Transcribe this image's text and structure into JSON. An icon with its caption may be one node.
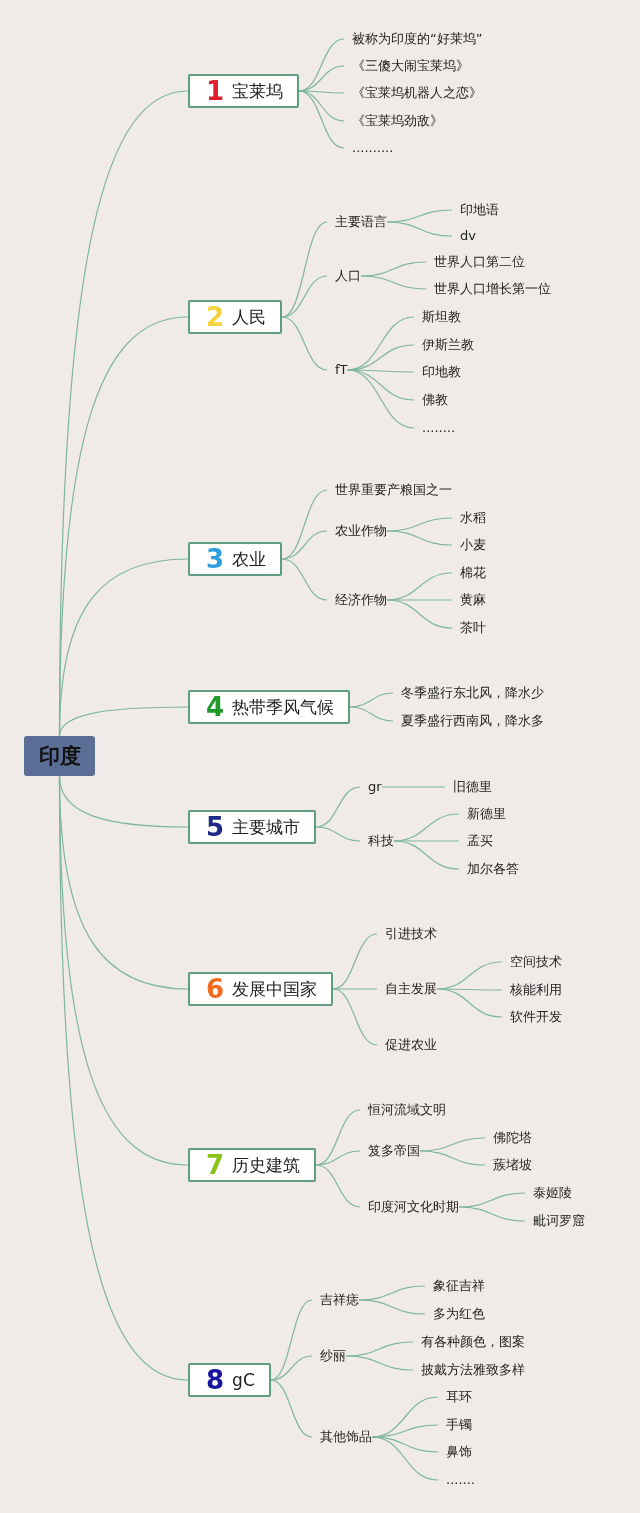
{
  "diagram": {
    "nodes": [
      {
        "text": [
          "印度"
        ]
      },
      {
        "text": [
          "1",
          "宝莱坞"
        ]
      },
      {
        "text": [
          "被称为印度的“好莱坞”"
        ]
      },
      {
        "text": [
          "《三傻大闹宝莱坞》"
        ]
      },
      {
        "text": [
          "《宝莱坞机器人之恋》"
        ]
      },
      {
        "text": [
          "《宝莱坞劲敌》"
        ]
      },
      {
        "text": [
          ".........."
        ]
      },
      {
        "text": [
          "2",
          "人民"
        ]
      },
      {
        "text": [
          "主要语言"
        ]
      },
      {
        "text": [
          "印地语"
        ]
      },
      {
        "text": [
          "dv"
        ]
      },
      {
        "text": [
          "人口"
        ]
      },
      {
        "text": [
          "世界人口第二位"
        ]
      },
      {
        "text": [
          "世界人口增长第一位"
        ]
      },
      {
        "text": [
          "fT"
        ]
      },
      {
        "text": [
          "斯坦教"
        ]
      },
      {
        "text": [
          "伊斯兰教"
        ]
      },
      {
        "text": [
          "印地教"
        ]
      },
      {
        "text": [
          "佛教"
        ]
      },
      {
        "text": [
          "........"
        ]
      },
      {
        "text": [
          "3",
          "农业"
        ]
      },
      {
        "text": [
          "世界重要产粮国之一"
        ]
      },
      {
        "text": [
          "农业作物"
        ]
      },
      {
        "text": [
          "水稻"
        ]
      },
      {
        "text": [
          "小麦"
        ]
      },
      {
        "text": [
          "经济作物"
        ]
      },
      {
        "text": [
          "棉花"
        ]
      },
      {
        "text": [
          "黄麻"
        ]
      },
      {
        "text": [
          "茶叶"
        ]
      },
      {
        "text": [
          "4",
          "热带季风气候"
        ]
      },
      {
        "text": [
          "冬季盛行东北风，降水少"
        ]
      },
      {
        "text": [
          "夏季盛行西南风，降水多"
        ]
      },
      {
        "text": [
          "5",
          "主要城市"
        ]
      },
      {
        "text": [
          "gr"
        ]
      },
      {
        "text": [
          "旧德里"
        ]
      },
      {
        "text": [
          "科技"
        ]
      },
      {
        "text": [
          "新德里"
        ]
      },
      {
        "text": [
          "孟买"
        ]
      },
      {
        "text": [
          "加尔各答"
        ]
      },
      {
        "text": [
          "6",
          "发展中国家"
        ]
      },
      {
        "text": [
          "引进技术"
        ]
      },
      {
        "text": [
          "自主发展"
        ]
      },
      {
        "text": [
          "空间技术"
        ]
      },
      {
        "text": [
          "核能利用"
        ]
      },
      {
        "text": [
          "软件开发"
        ]
      },
      {
        "text": [
          "促进农业"
        ]
      },
      {
        "text": [
          "7",
          "历史建筑"
        ]
      },
      {
        "text": [
          "恒河流域文明"
        ]
      },
      {
        "text": [
          "笈多帝国"
        ]
      },
      {
        "text": [
          "佛陀塔"
        ]
      },
      {
        "text": [
          "蔟堵坡"
        ]
      },
      {
        "text": [
          "印度河文化时期"
        ]
      },
      {
        "text": [
          "泰姬陵"
        ]
      },
      {
        "text": [
          "毗诃罗窟"
        ]
      },
      {
        "text": [
          "8",
          "gC"
        ]
      },
      {
        "text": [
          "吉祥痣"
        ]
      },
      {
        "text": [
          "象征吉祥"
        ]
      },
      {
        "text": [
          "多为红色"
        ]
      },
      {
        "text": [
          "纱丽"
        ]
      },
      {
        "text": [
          "有各种颜色，图案"
        ]
      },
      {
        "text": [
          "披戴方法雅致多样"
        ]
      },
      {
        "text": [
          "其他饰品"
        ]
      },
      {
        "text": [
          "耳环"
        ]
      },
      {
        "text": [
          "手镯"
        ]
      },
      {
        "text": [
          "鼻饰"
        ]
      },
      {
        "text": [
          "......."
        ]
      }
    ],
    "edges": [
      {
        "from": 0,
        "to": 1,
        "arrow": "none"
      },
      {
        "from": 1,
        "to": 2,
        "arrow": "none"
      },
      {
        "from": 1,
        "to": 3,
        "arrow": "none"
      },
      {
        "from": 1,
        "to": 4,
        "arrow": "none"
      },
      {
        "from": 1,
        "to": 5,
        "arrow": "none"
      },
      {
        "from": 1,
        "to": 6,
        "arrow": "none"
      },
      {
        "from": 0,
        "to": 7,
        "arrow": "none"
      },
      {
        "from": 7,
        "to": 8,
        "arrow": "none"
      },
      {
        "from": 8,
        "to": 9,
        "arrow": "none"
      },
      {
        "from": 8,
        "to": 10,
        "arrow": "none"
      },
      {
        "from": 7,
        "to": 11,
        "arrow": "none"
      },
      {
        "from": 11,
        "to": 12,
        "arrow": "none"
      },
      {
        "from": 11,
        "to": 13,
        "arrow": "none"
      },
      {
        "from": 7,
        "to": 14,
        "arrow": "none"
      },
      {
        "from": 14,
        "to": 15,
        "arrow": "none"
      },
      {
        "from": 14,
        "to": 16,
        "arrow": "none"
      },
      {
        "from": 14,
        "to": 17,
        "arrow": "none"
      },
      {
        "from": 14,
        "to": 18,
        "arrow": "none"
      },
      {
        "from": 14,
        "to": 19,
        "arrow": "none"
      },
      {
        "from": 0,
        "to": 20,
        "arrow": "none"
      },
      {
        "from": 20,
        "to": 21,
        "arrow": "none"
      },
      {
        "from": 20,
        "to": 22,
        "arrow": "none"
      },
      {
        "from": 22,
        "to": 23,
        "arrow": "none"
      },
      {
        "from": 22,
        "to": 24,
        "arrow": "none"
      },
      {
        "from": 20,
        "to": 25,
        "arrow": "none"
      },
      {
        "from": 25,
        "to": 26,
        "arrow": "none"
      },
      {
        "from": 25,
        "to": 27,
        "arrow": "none"
      },
      {
        "from": 25,
        "to": 28,
        "arrow": "none"
      },
      {
        "from": 0,
        "to": 29,
        "arrow": "none"
      },
      {
        "from": 29,
        "to": 30,
        "arrow": "none"
      },
      {
        "from": 29,
        "to": 31,
        "arrow": "none"
      },
      {
        "from": 0,
        "to": 32,
        "arrow": "none"
      },
      {
        "from": 32,
        "to": 33,
        "arrow": "none"
      },
      {
        "from": 33,
        "to": 34,
        "arrow": "none"
      },
      {
        "from": 32,
        "to": 35,
        "arrow": "none"
      },
      {
        "from": 35,
        "to": 36,
        "arrow": "none"
      },
      {
        "from": 35,
        "to": 37,
        "arrow": "none"
      },
      {
        "from": 35,
        "to": 38,
        "arrow": "none"
      },
      {
        "from": 0,
        "to": 39,
        "arrow": "none"
      },
      {
        "from": 39,
        "to": 40,
        "arrow": "none"
      },
      {
        "from": 39,
        "to": 41,
        "arrow": "none"
      },
      {
        "from": 41,
        "to": 42,
        "arrow": "none"
      },
      {
        "from": 41,
        "to": 43,
        "arrow": "none"
      },
      {
        "from": 41,
        "to": 44,
        "arrow": "none"
      },
      {
        "from": 39,
        "to": 45,
        "arrow": "none"
      },
      {
        "from": 0,
        "to": 46,
        "arrow": "none"
      },
      {
        "from": 46,
        "to": 47,
        "arrow": "none"
      },
      {
        "from": 46,
        "to": 48,
        "arrow": "none"
      },
      {
        "from": 48,
        "to": 49,
        "arrow": "none"
      },
      {
        "from": 48,
        "to": 50,
        "arrow": "none"
      },
      {
        "from": 46,
        "to": 51,
        "arrow": "none"
      },
      {
        "from": 51,
        "to": 52,
        "arrow": "none"
      },
      {
        "from": 51,
        "to": 53,
        "arrow": "none"
      },
      {
        "from": 0,
        "to": 54,
        "arrow": "none"
      },
      {
        "from": 54,
        "to": 55,
        "arrow": "none"
      },
      {
        "from": 55,
        "to": 56,
        "arrow": "none"
      },
      {
        "from": 55,
        "to": 57,
        "arrow": "none"
      },
      {
        "from": 54,
        "to": 58,
        "arrow": "none"
      },
      {
        "from": 58,
        "to": 59,
        "arrow": "none"
      },
      {
        "from": 58,
        "to": 60,
        "arrow": "none"
      },
      {
        "from": 54,
        "to": 61,
        "arrow": "none"
      },
      {
        "from": 61,
        "to": 62,
        "arrow": "none"
      },
      {
        "from": 61,
        "to": 63,
        "arrow": "none"
      },
      {
        "from": 61,
        "to": 64,
        "arrow": "none"
      },
      {
        "from": 61,
        "to": 65,
        "arrow": "none"
      }
    ]
  }
}
